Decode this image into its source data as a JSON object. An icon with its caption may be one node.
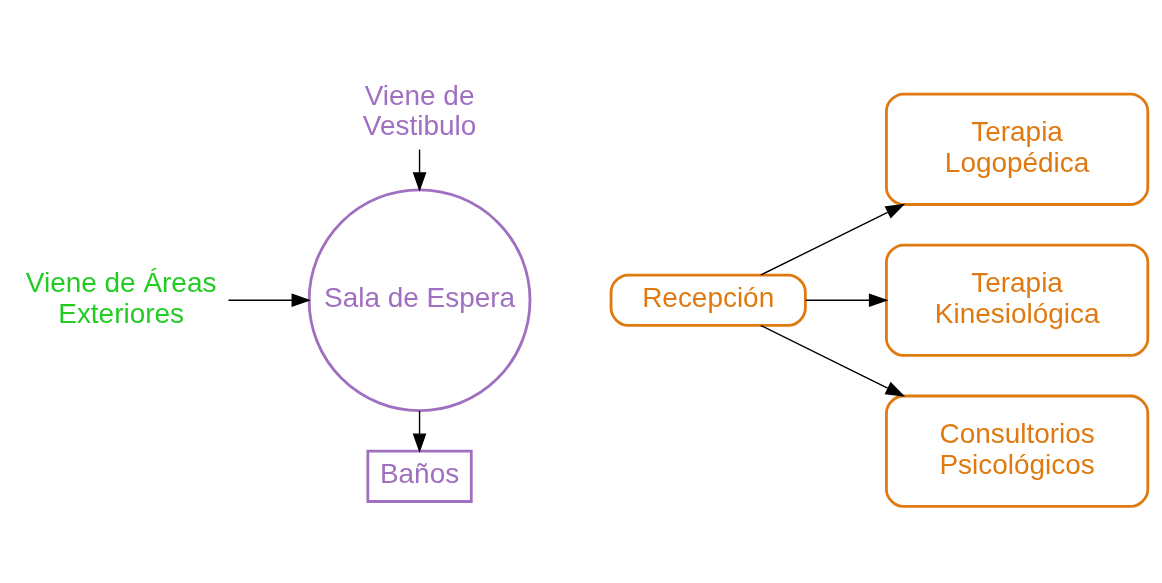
{
  "diagram": {
    "nodes": [
      {
        "text": [
          "Viene de Áreas Exteriores"
        ]
      },
      {
        "text": [
          "Sala de Espera"
        ]
      },
      {
        "text": [
          "Baños"
        ]
      },
      {
        "text": [
          "Viene de Vestibulo"
        ]
      },
      {
        "text": [
          "Recepción"
        ]
      },
      {
        "text": [
          "Terapia Logopédica"
        ]
      },
      {
        "text": [
          "Terapia Kinesiológica"
        ]
      },
      {
        "text": [
          "Consultorios Psicológicos"
        ]
      }
    ],
    "edges": [
      {
        "from": 0,
        "to": 1,
        "arrow": "to"
      },
      {
        "from": 1,
        "to": 2,
        "arrow": "to"
      },
      {
        "from": 3,
        "to": 1,
        "arrow": "to"
      },
      {
        "from": 4,
        "to": 5,
        "arrow": "to"
      },
      {
        "from": 4,
        "to": 6,
        "arrow": "to"
      },
      {
        "from": 4,
        "to": 7,
        "arrow": "to"
      }
    ]
  }
}
